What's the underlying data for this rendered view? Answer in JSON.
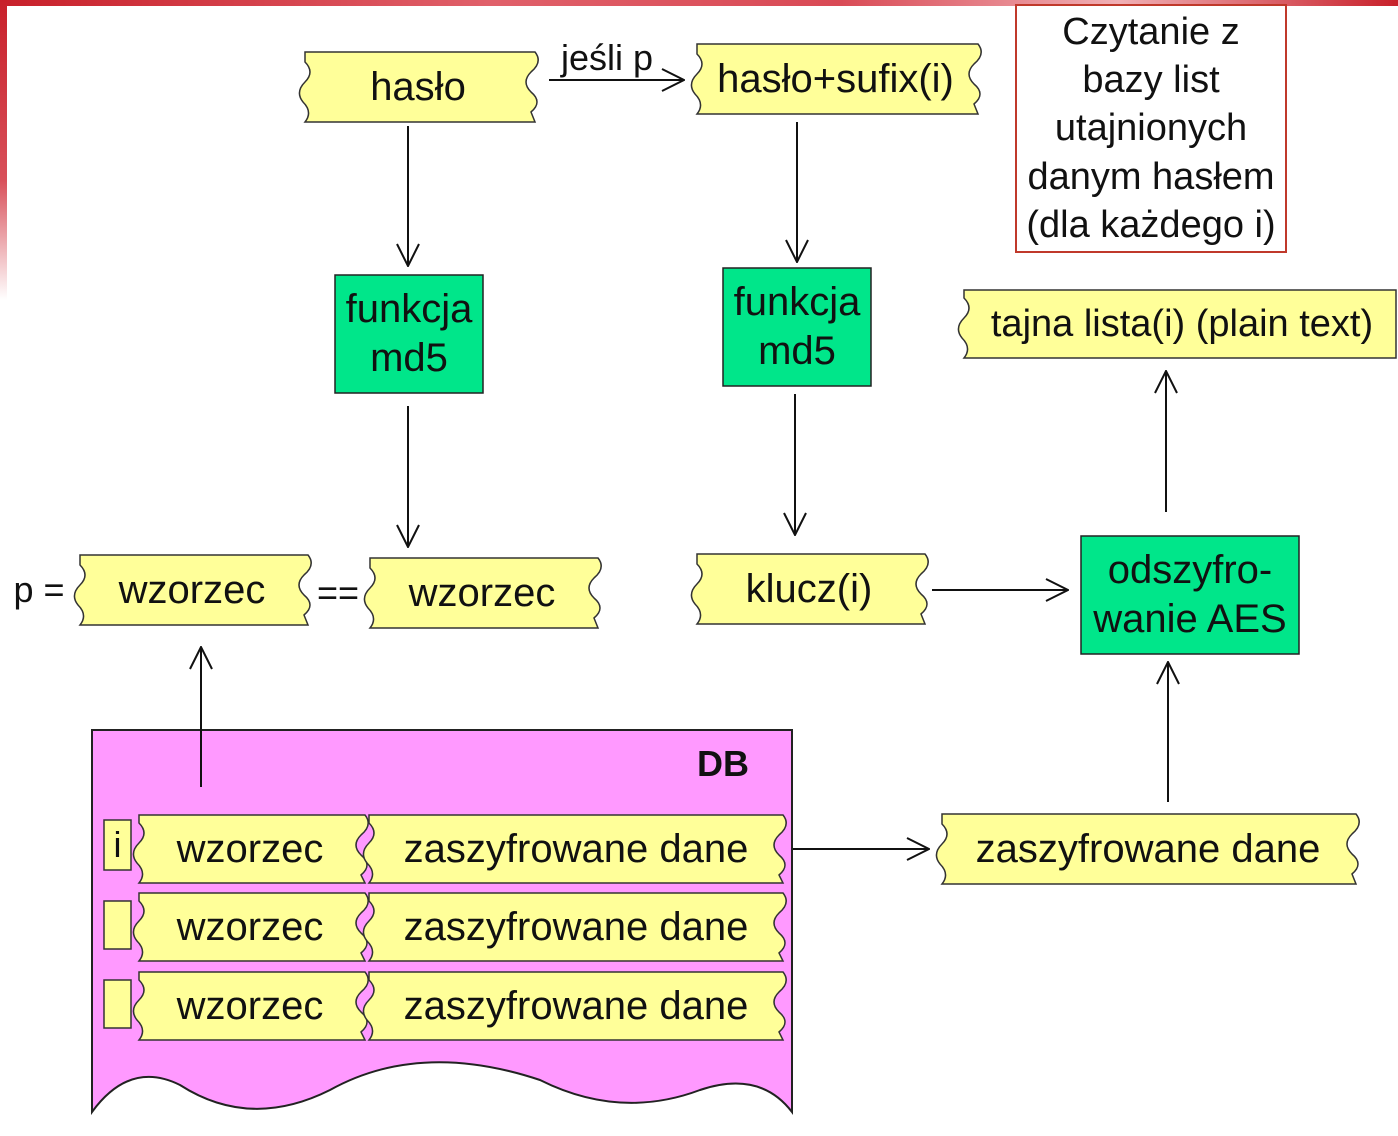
{
  "haslo": "hasło",
  "condition": "jeśli p",
  "haslo_sufix": "hasło+sufix(i)",
  "note": "Czytanie z bazy list utajnionych danym hasłem (dla każdego i)",
  "md5_left": "funkcja md5",
  "md5_right": "funkcja md5",
  "tajna_lista": "tajna lista(i) (plain text)",
  "p_equals": "p =",
  "wzorzec_p": "wzorzec",
  "equals_op": "==",
  "wzorzec_md5": "wzorzec",
  "klucz": "klucz(i)",
  "aes": "odszyfro-wanie AES",
  "db_title": "DB",
  "db_rows": [
    {
      "index": "i",
      "pattern": "wzorzec",
      "data": "zaszyfrowane dane"
    },
    {
      "index": "",
      "pattern": "wzorzec",
      "data": "zaszyfrowane dane"
    },
    {
      "index": "",
      "pattern": "wzorzec",
      "data": "zaszyfrowane dane"
    }
  ],
  "encrypted_out": "zaszyfrowane dane",
  "colors": {
    "yellow_box": "#ffff99",
    "green_box": "#00e68a",
    "db_background": "#ff99ff",
    "note_border": "#c0392b"
  }
}
